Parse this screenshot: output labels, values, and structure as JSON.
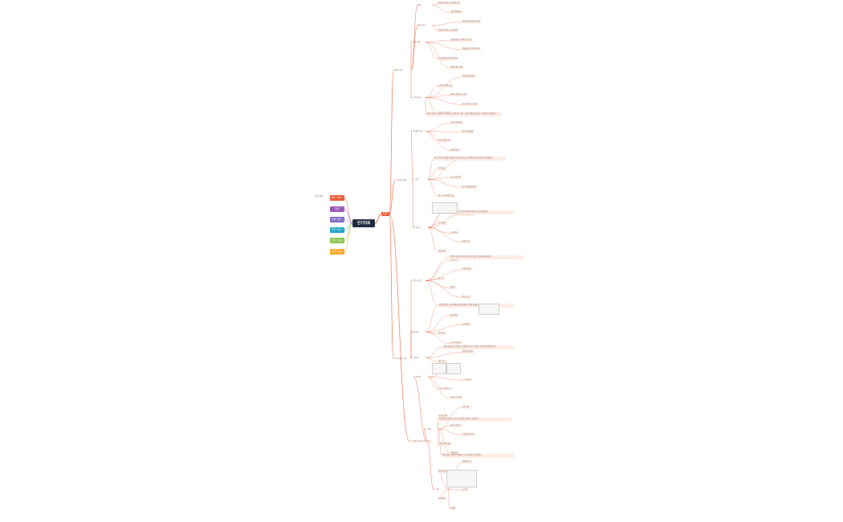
{
  "mindmap": {
    "center": "전기치료",
    "float_label": "기본 지식",
    "left_branches": [
      {
        "label": "물리 치료 1",
        "color": "#e8542c"
      },
      {
        "label": "전류",
        "color": "#9b59b6"
      },
      {
        "label": "전류 개론 1",
        "color": "#7b68c6"
      },
      {
        "label": "전극 치료 1",
        "color": "#1aa1c2"
      },
      {
        "label": "전극 치료 2",
        "color": "#8bc34a"
      },
      {
        "label": "전극 치료 3",
        "color": "#f5a623"
      }
    ],
    "right_root": "전류",
    "level1": [
      {
        "label": "전류의 기초"
      },
      {
        "label": "2. 전류의 작용"
      },
      {
        "label": "3. 전기치료 기계"
      },
      {
        "label": "4. 전류의 종류와 기본 원리"
      }
    ],
    "level2": [
      {
        "label": "정의"
      },
      {
        "label": "전류 특성"
      },
      {
        "label": "1. 전기 생리"
      },
      {
        "label": "2. 신경 흥분"
      },
      {
        "label": "3. 전해질 반응"
      },
      {
        "label": "1. 전극"
      },
      {
        "label": "2. 연결"
      },
      {
        "label": "3. 전류 유형"
      },
      {
        "label": "직류 전류"
      },
      {
        "label": "1. 저주파"
      },
      {
        "label": "2. 중주파"
      },
      {
        "label": "3. 고주파"
      },
      {
        "label": "4. 전압"
      }
    ],
    "leaves": [
      "물체의 전하량 시간 변화 비율",
      "단위: 암페어(A)",
      "전자의 이동 방향과 반대",
      "전하량 이동의 크기와 방향",
      "고체 물질은 금속의 자유 전자",
      "액체 물질은 이온의 이동",
      "기체 물질은 전자와 양이온",
      "전류의 세기 측정",
      "전류계 직렬 연결",
      "교류와 직류의 구분",
      "생체 조직의 전기 저항",
      "피부 저항 감소 방법",
      "근육 수축 반응",
      "신경 막전위 변화",
      "활동 전위 발생",
      "역치 이상의 자극",
      "실무율 법칙",
      "불응기",
      "적응 현상",
      "양극 산성 반응",
      "음극 알칼리성 반응",
      "전극 크기와 전류 밀도",
      "전극 재질",
      "전극 배치 방법",
      "단극 배치",
      "양극 배치",
      "직렬 연결",
      "병렬 연결",
      "단상 펄스",
      "이상성 펄스",
      "펄스 폭",
      "주파수",
      "램프 시간",
      "치료 시간",
      "통증 완화",
      "근력 강화",
      "부종 감소",
      "조직 치유 촉진",
      "혈액 순환 개선",
      "이온 도입",
      "1 Hz 이하",
      "1~1000 Hz",
      "1000~10000 Hz",
      "10000 Hz 이상",
      "간섭 전류",
      "러시안 전류",
      "경피 신경 자극",
      "신경근 전기 자극",
      "고전압 맥동 전류",
      "미세 전류",
      "정전압 방식",
      "정전류 방식",
      "안전 수칙",
      "금기증",
      "주의 사항",
      "부작용"
    ],
    "paragraphs": [
      "전류란 전하가 도체를 따라 이동하는 현상으로 단위 시간당 단면을 통과하는 전하량으로 정의한다",
      "전기 치료는 전류를 이용하여 신경과 근육을 자극하여 치료 효과를 얻는 방법이다",
      "저주파 전류는 신경과 근육을 직접 자극하여 수축을 유발한다",
      "중주파 전류는 피부 저항이 낮아 깊은 조직까지 전달된다",
      "고주파 전류는 조직 내에서 열을 발생시켜 온열 효과를 낸다",
      "직류 전류는 한 방향으로 일정하게 흐르는 전류로 전기분해 작용이 있다",
      "교류 전류는 방향과 크기가 주기적으로 변하는 전류이다",
      "맥동 전류는 방향은 일정하나 크기가 변하는 전류이다"
    ]
  }
}
